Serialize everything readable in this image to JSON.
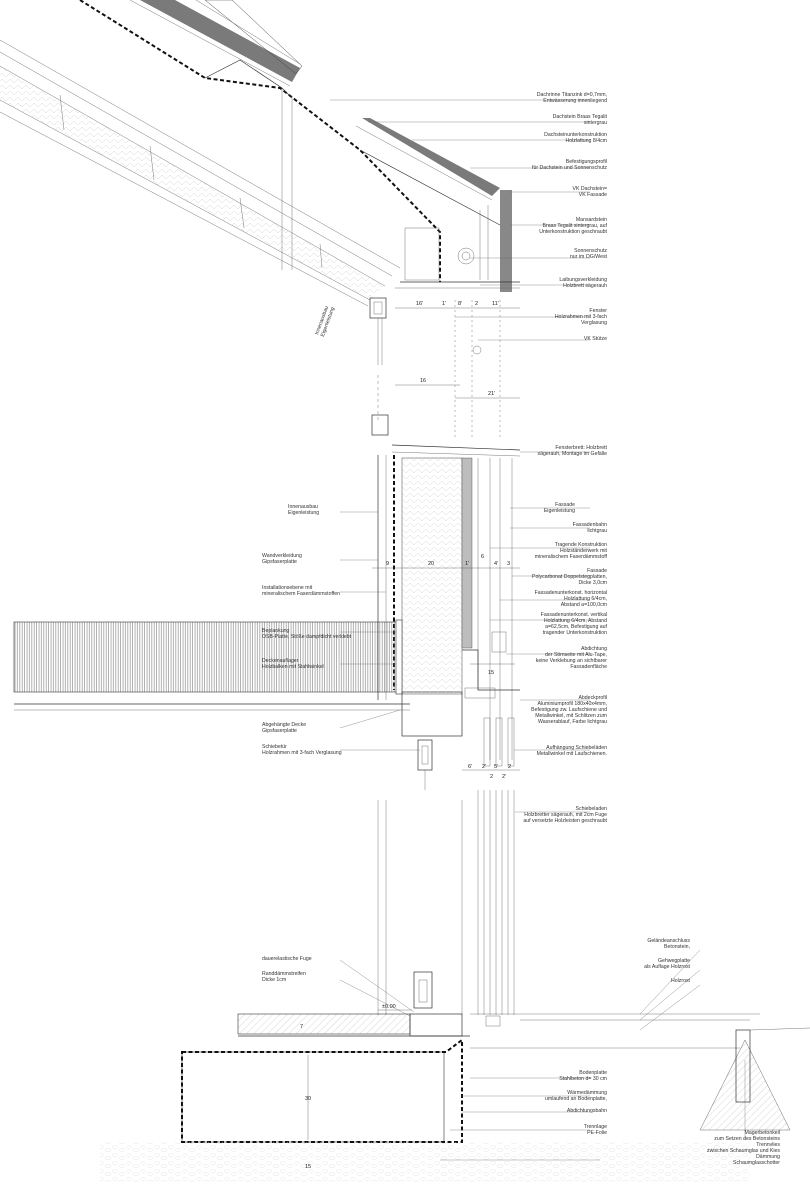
{
  "labels_right": [
    {
      "lines": [
        "Dachrinne Titanzink d=0,7mm,",
        "Entwässerung innenliegend"
      ]
    },
    {
      "lines": [
        "Dachstein Braas Tegalit",
        "sintergrau"
      ]
    },
    {
      "lines": [
        "Dachsteinunterkonstruktion",
        "Holzlattung 8/4cm"
      ]
    },
    {
      "lines": [
        "Befestigungsprofil",
        "für Dachstein und Sonnenschutz"
      ]
    },
    {
      "lines": [
        "VK Dachstein=",
        "VK Fassade"
      ]
    },
    {
      "lines": [
        "Mansardstein",
        "Braas Tegalit sintergrau, auf",
        "Unterkonstruktion geschraubt"
      ]
    },
    {
      "lines": [
        "Sonnenschutz",
        "nur im OG/West"
      ]
    },
    {
      "lines": [
        "Laibungsverkleidung",
        "Holzbrett sägerauh"
      ]
    },
    {
      "lines": [
        "Fenster",
        "Holzrahmen mit 3-fach",
        "Verglasung"
      ]
    },
    {
      "lines": [
        "VK Stütze"
      ]
    },
    {
      "lines": [
        "Fensterbrett: Holzbrett",
        "sägerauh, Montage im Gefälle"
      ]
    },
    {
      "lines": [
        "Fassade",
        "Eigenleistung"
      ]
    },
    {
      "lines": [
        "Fassadenbahn",
        "lichtgrau"
      ]
    },
    {
      "lines": [
        "Tragende Konstruktion",
        "Holzständerwerk mit",
        "mineralischem Faserdämmstoff"
      ]
    },
    {
      "lines": [
        "Fassade",
        "Polycarbonat Doppelstegplatten,",
        "Dicke 3,0cm"
      ]
    },
    {
      "lines": [
        "Fassadenunterkonst. horizontal",
        "Holzlattung 6/4cm,",
        "Abstand a=100,0cm"
      ]
    },
    {
      "lines": [
        "Fassadenunterkonst. vertikal",
        "Holzlattung 6/4cm, Abstand",
        "a=62,5cm, Befestigung auf",
        "tragender Unterkonstruktion"
      ]
    },
    {
      "lines": [
        "Abdichtung",
        "der Stirnseite mit Alu-Tape,",
        "keine Verklebung an sichtbarer",
        "Fassadenfläche"
      ]
    },
    {
      "lines": [
        "Abdeckprofil",
        "Aluminiumprofil 180x40x4mm,",
        "Befestigung zw. Laufschiene und",
        "Metallwinkel, mit Schlitzen zum",
        "Wasserablauf, Farbe lichtgrau"
      ]
    },
    {
      "lines": [
        "Aufhängung Schiebeläden",
        "Metallwinkel mit Laufschienen."
      ]
    },
    {
      "lines": [
        "Schiebeladen",
        "Holzbretter sägerauh, mit 2cm Fuge",
        "auf versetzte Holzleisten geschraubt"
      ]
    },
    {
      "lines": [
        "Bodenplatte",
        "Stahlbeton d= 30 cm"
      ]
    },
    {
      "lines": [
        "Wärmedämmung",
        "umlaufend an Bodenplatte,"
      ]
    },
    {
      "lines": [
        "Abdichtungsbahn"
      ]
    },
    {
      "lines": [
        "Trennlage",
        "PE-Folie"
      ]
    },
    {
      "lines": [
        "Geländeanschluss",
        "Betonstein,"
      ]
    },
    {
      "lines": [
        "Gehwegplatte",
        "als Auflage Holzrost"
      ]
    },
    {
      "lines": [
        "Holzrost"
      ]
    },
    {
      "lines": [
        "Magerbetonkeil",
        "zum Setzen des Betonsteins",
        "Trennvlies",
        "zwischen Schaumglas und Kies",
        "Dämmung",
        "Schaumglasschotter"
      ]
    }
  ],
  "labels_left": [
    {
      "lines": [
        "Innenausbau",
        "Eigenleistung"
      ]
    },
    {
      "lines": [
        "Wandverkleidung",
        "Gipsfaserplatte"
      ]
    },
    {
      "lines": [
        "Installationsebene mit",
        "mineralischem Faserdämmstoffen"
      ]
    },
    {
      "lines": [
        "Beplankung",
        "OSB-Platte, Stöße dampfdicht verklebt"
      ]
    },
    {
      "lines": [
        "Deckenauflager",
        "Holzbalken mit Stahlwinkel"
      ]
    },
    {
      "lines": [
        "Abgehängte Decke",
        "Gipsfaserplatte"
      ]
    },
    {
      "lines": [
        "Schiebetür",
        "Holzrahmen mit 3-fach Verglasung"
      ]
    },
    {
      "lines": [
        "dauerelastische Fuge"
      ]
    },
    {
      "lines": [
        "Randdämmstreifen",
        "Dicke 1cm"
      ]
    }
  ],
  "rotated_label": {
    "lines": [
      "Innenausbau",
      "Eigenleistung"
    ]
  },
  "dimensions": {
    "window_top": [
      "16'",
      "1'",
      "8'",
      "2",
      "11'"
    ],
    "mid_a": "16",
    "mid_b": "21'",
    "wall": [
      "9",
      "20",
      "1'",
      "6",
      "4'",
      "3"
    ],
    "sill": "15",
    "shutter": [
      "6'",
      "2'",
      "5'",
      "2",
      "2",
      "2'"
    ],
    "floor_level": "±0.00",
    "screed": "7",
    "slab": "30",
    "gravel": "15"
  }
}
